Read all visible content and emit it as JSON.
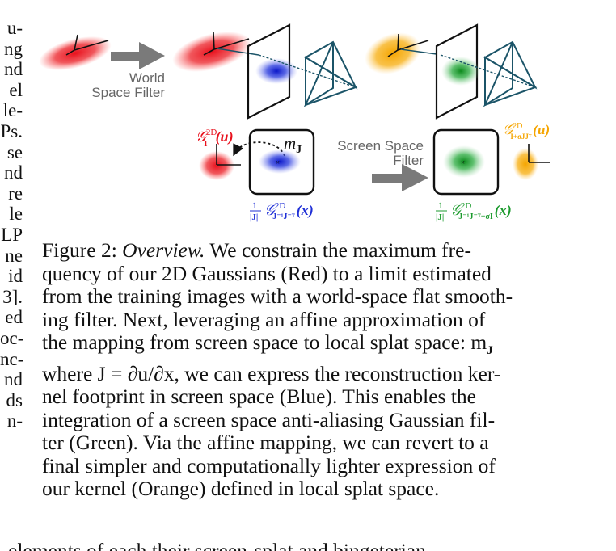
{
  "left_column_fragments": [
    "u-",
    "ng",
    "nd",
    "el",
    "le-",
    "Ps.",
    "se",
    "nd",
    "re",
    "le",
    "LP",
    "ne",
    "id",
    "3].",
    "ed",
    "oc-",
    "nc-",
    "nd",
    "ds",
    "n-"
  ],
  "figure": {
    "world_filter_label": [
      "World",
      "Space Filter"
    ],
    "screen_filter_label": [
      "Screen Space",
      "Filter"
    ],
    "m_label": "m",
    "m_sub": "J",
    "g_red": {
      "base": "𝒢",
      "sup": "2D",
      "sub": "I",
      "arg": "(u)"
    },
    "g_blue": {
      "frac_num": "1",
      "frac_den": "|J|",
      "base": "𝒢",
      "sup": "2D",
      "sub": "J⁻¹J⁻ᵀ",
      "arg": "(x)"
    },
    "g_green": {
      "frac_num": "1",
      "frac_den": "|J|",
      "base": "𝒢",
      "sup": "2D",
      "sub": "J⁻¹J⁻ᵀ+σI",
      "arg": "(x)"
    },
    "g_orange": {
      "base": "𝒢",
      "sup": "2D",
      "sub": "I+σJJᵀ",
      "arg": "(u)"
    },
    "colors": {
      "red": "#e8101c",
      "blue": "#1f2fd6",
      "green": "#1a9a2c",
      "orange": "#f5a500",
      "teal": "#1b5468",
      "gray": "#7a7a7a"
    }
  },
  "caption": {
    "line1_prefix": "Figure 2: ",
    "line1_italic": "Overview.",
    "line1_rest": " We constrain the maximum fre-",
    "line2": "quency of our 2D Gaussians (Red) to a limit estimated",
    "line3": "from the training images with a world-space flat smooth-",
    "line4": "ing filter. Next, leveraging an affine approximation of",
    "line5": "the mapping from screen space to local splat space: m",
    "line5_sub": "J",
    "line6_prefix": "where J = ∂u/∂x, we can express the reconstruction ker-",
    "line7": "nel footprint in screen space (Blue). This enables the",
    "line8": "integration of a screen space anti-aliasing Gaussian fil-",
    "line9": "ter (Green). Via the affine mapping, we can revert to a",
    "line10": "final simpler and computationally lighter expression of",
    "line11": "our kernel (Orange) defined in local splat space."
  },
  "cutoff_text": "elements of each their screen-splat and bingeterian"
}
